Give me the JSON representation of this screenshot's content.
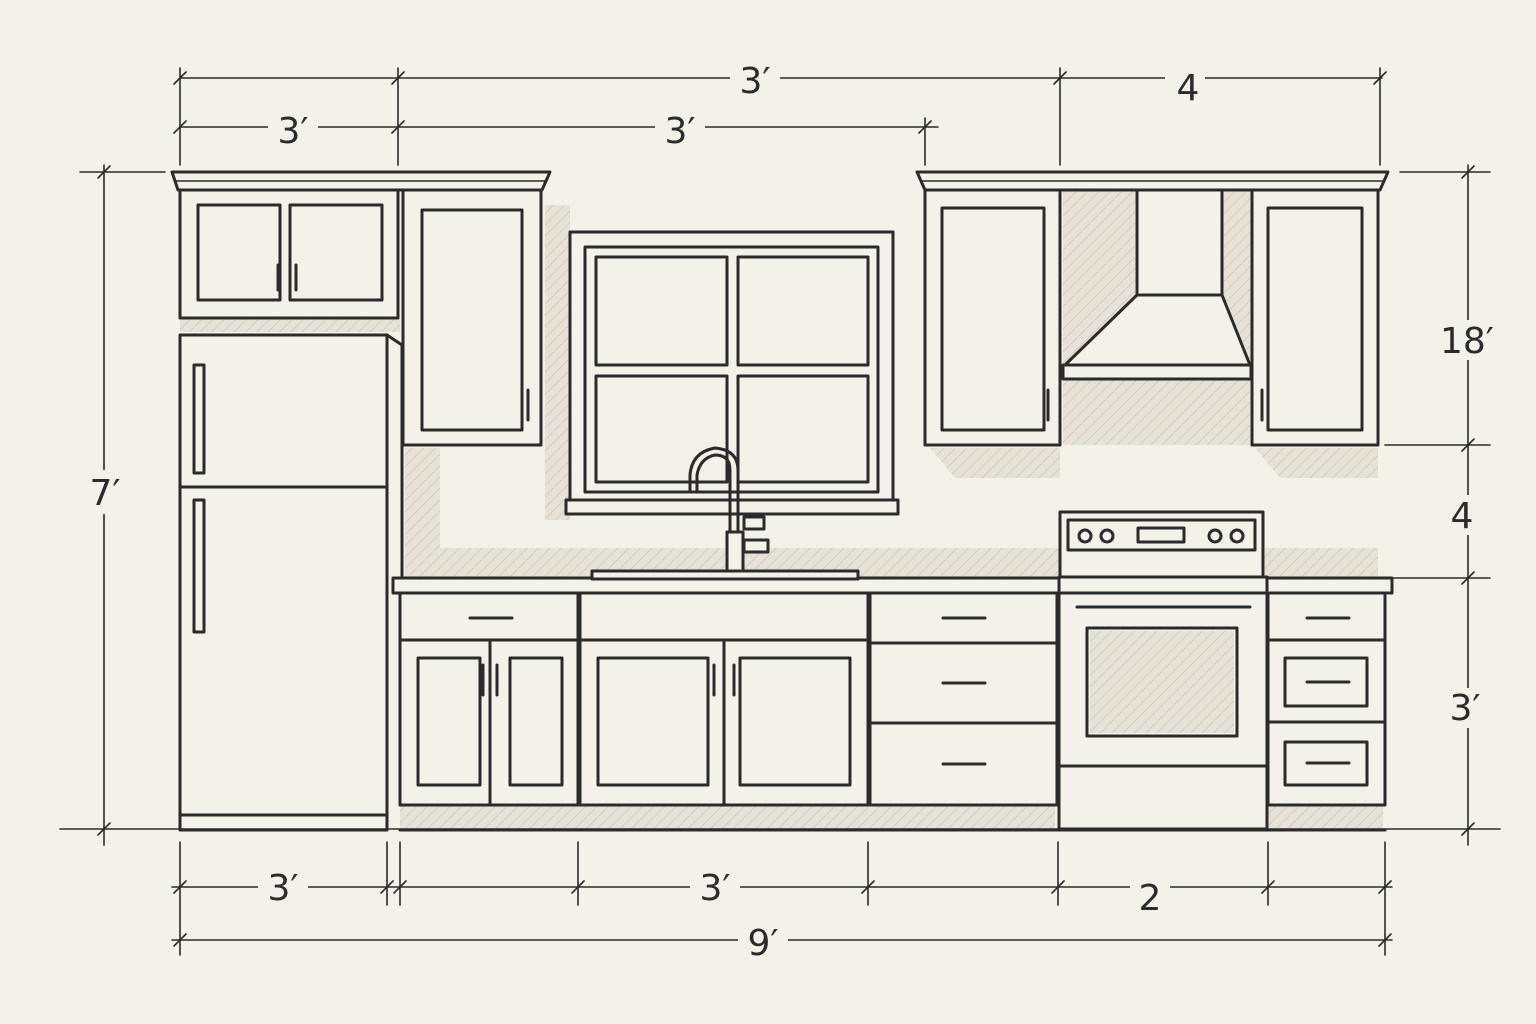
{
  "drawing": {
    "kind": "kitchen wall elevation sketch",
    "line_color": "#2b2b2b",
    "paper_color": "#f4f1e8",
    "shading_color": "#d8d3c6"
  },
  "dimensions": {
    "top_overall": "3′",
    "top_right": "4",
    "top_left": "3′",
    "top_middle": "3′",
    "left_height": "7′",
    "right_upper": "18′",
    "right_backsplash": "4",
    "right_base": "3′",
    "bottom_fridge": "3′",
    "bottom_sink": "3′",
    "bottom_range": "2",
    "bottom_overall": "9′"
  }
}
